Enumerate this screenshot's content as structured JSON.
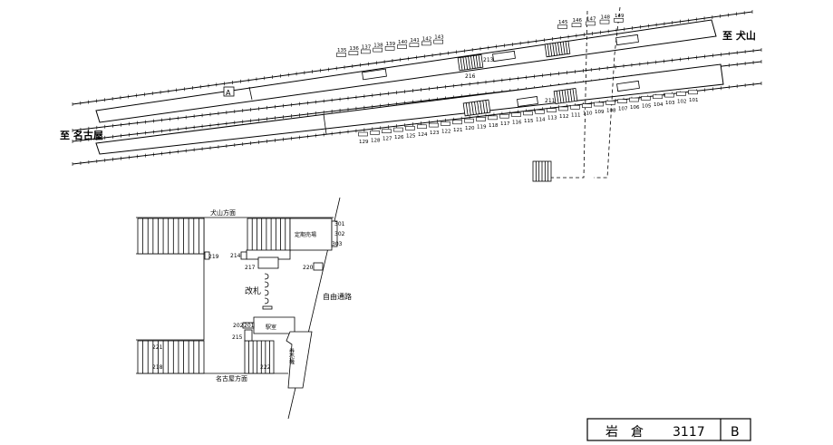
{
  "directions": {
    "to_inuyama": "至 犬山",
    "to_nagoya": "至 名古屋"
  },
  "platform_top": {
    "numbers": [
      "135",
      "136",
      "137",
      "138",
      "139",
      "140",
      "141",
      "142",
      "143",
      "145",
      "146",
      "147",
      "148",
      "149"
    ],
    "marker_a": "A"
  },
  "platform_bottom": {
    "numbers": [
      "129",
      "128",
      "127",
      "126",
      "125",
      "124",
      "123",
      "122",
      "121",
      "120",
      "119",
      "118",
      "117",
      "116",
      "115",
      "114",
      "113",
      "112",
      "111",
      "110",
      "109",
      "108",
      "107",
      "106",
      "105",
      "104",
      "103",
      "102",
      "101"
    ]
  },
  "platform_tags": {
    "p213": "213",
    "p216": "216",
    "p211": "211"
  },
  "concourse": {
    "north_label": "犬山方面",
    "south_label": "名古屋方面",
    "commuter_pass_office": "定期売場",
    "ticket_gate": "改札",
    "free_passage": "自由通路",
    "station_office": "駅室",
    "ticket_area": "券売機",
    "ids": {
      "n301": "301",
      "n302": "302",
      "n303": "303",
      "n214": "214",
      "n217": "217",
      "n219": "219",
      "n220": "220",
      "n202": "202",
      "n201": "201",
      "n215": "215",
      "n221": "221",
      "n218": "218",
      "n222": "222"
    }
  },
  "title_block": {
    "station": "岩　倉",
    "code": "3117",
    "sheet": "B"
  }
}
